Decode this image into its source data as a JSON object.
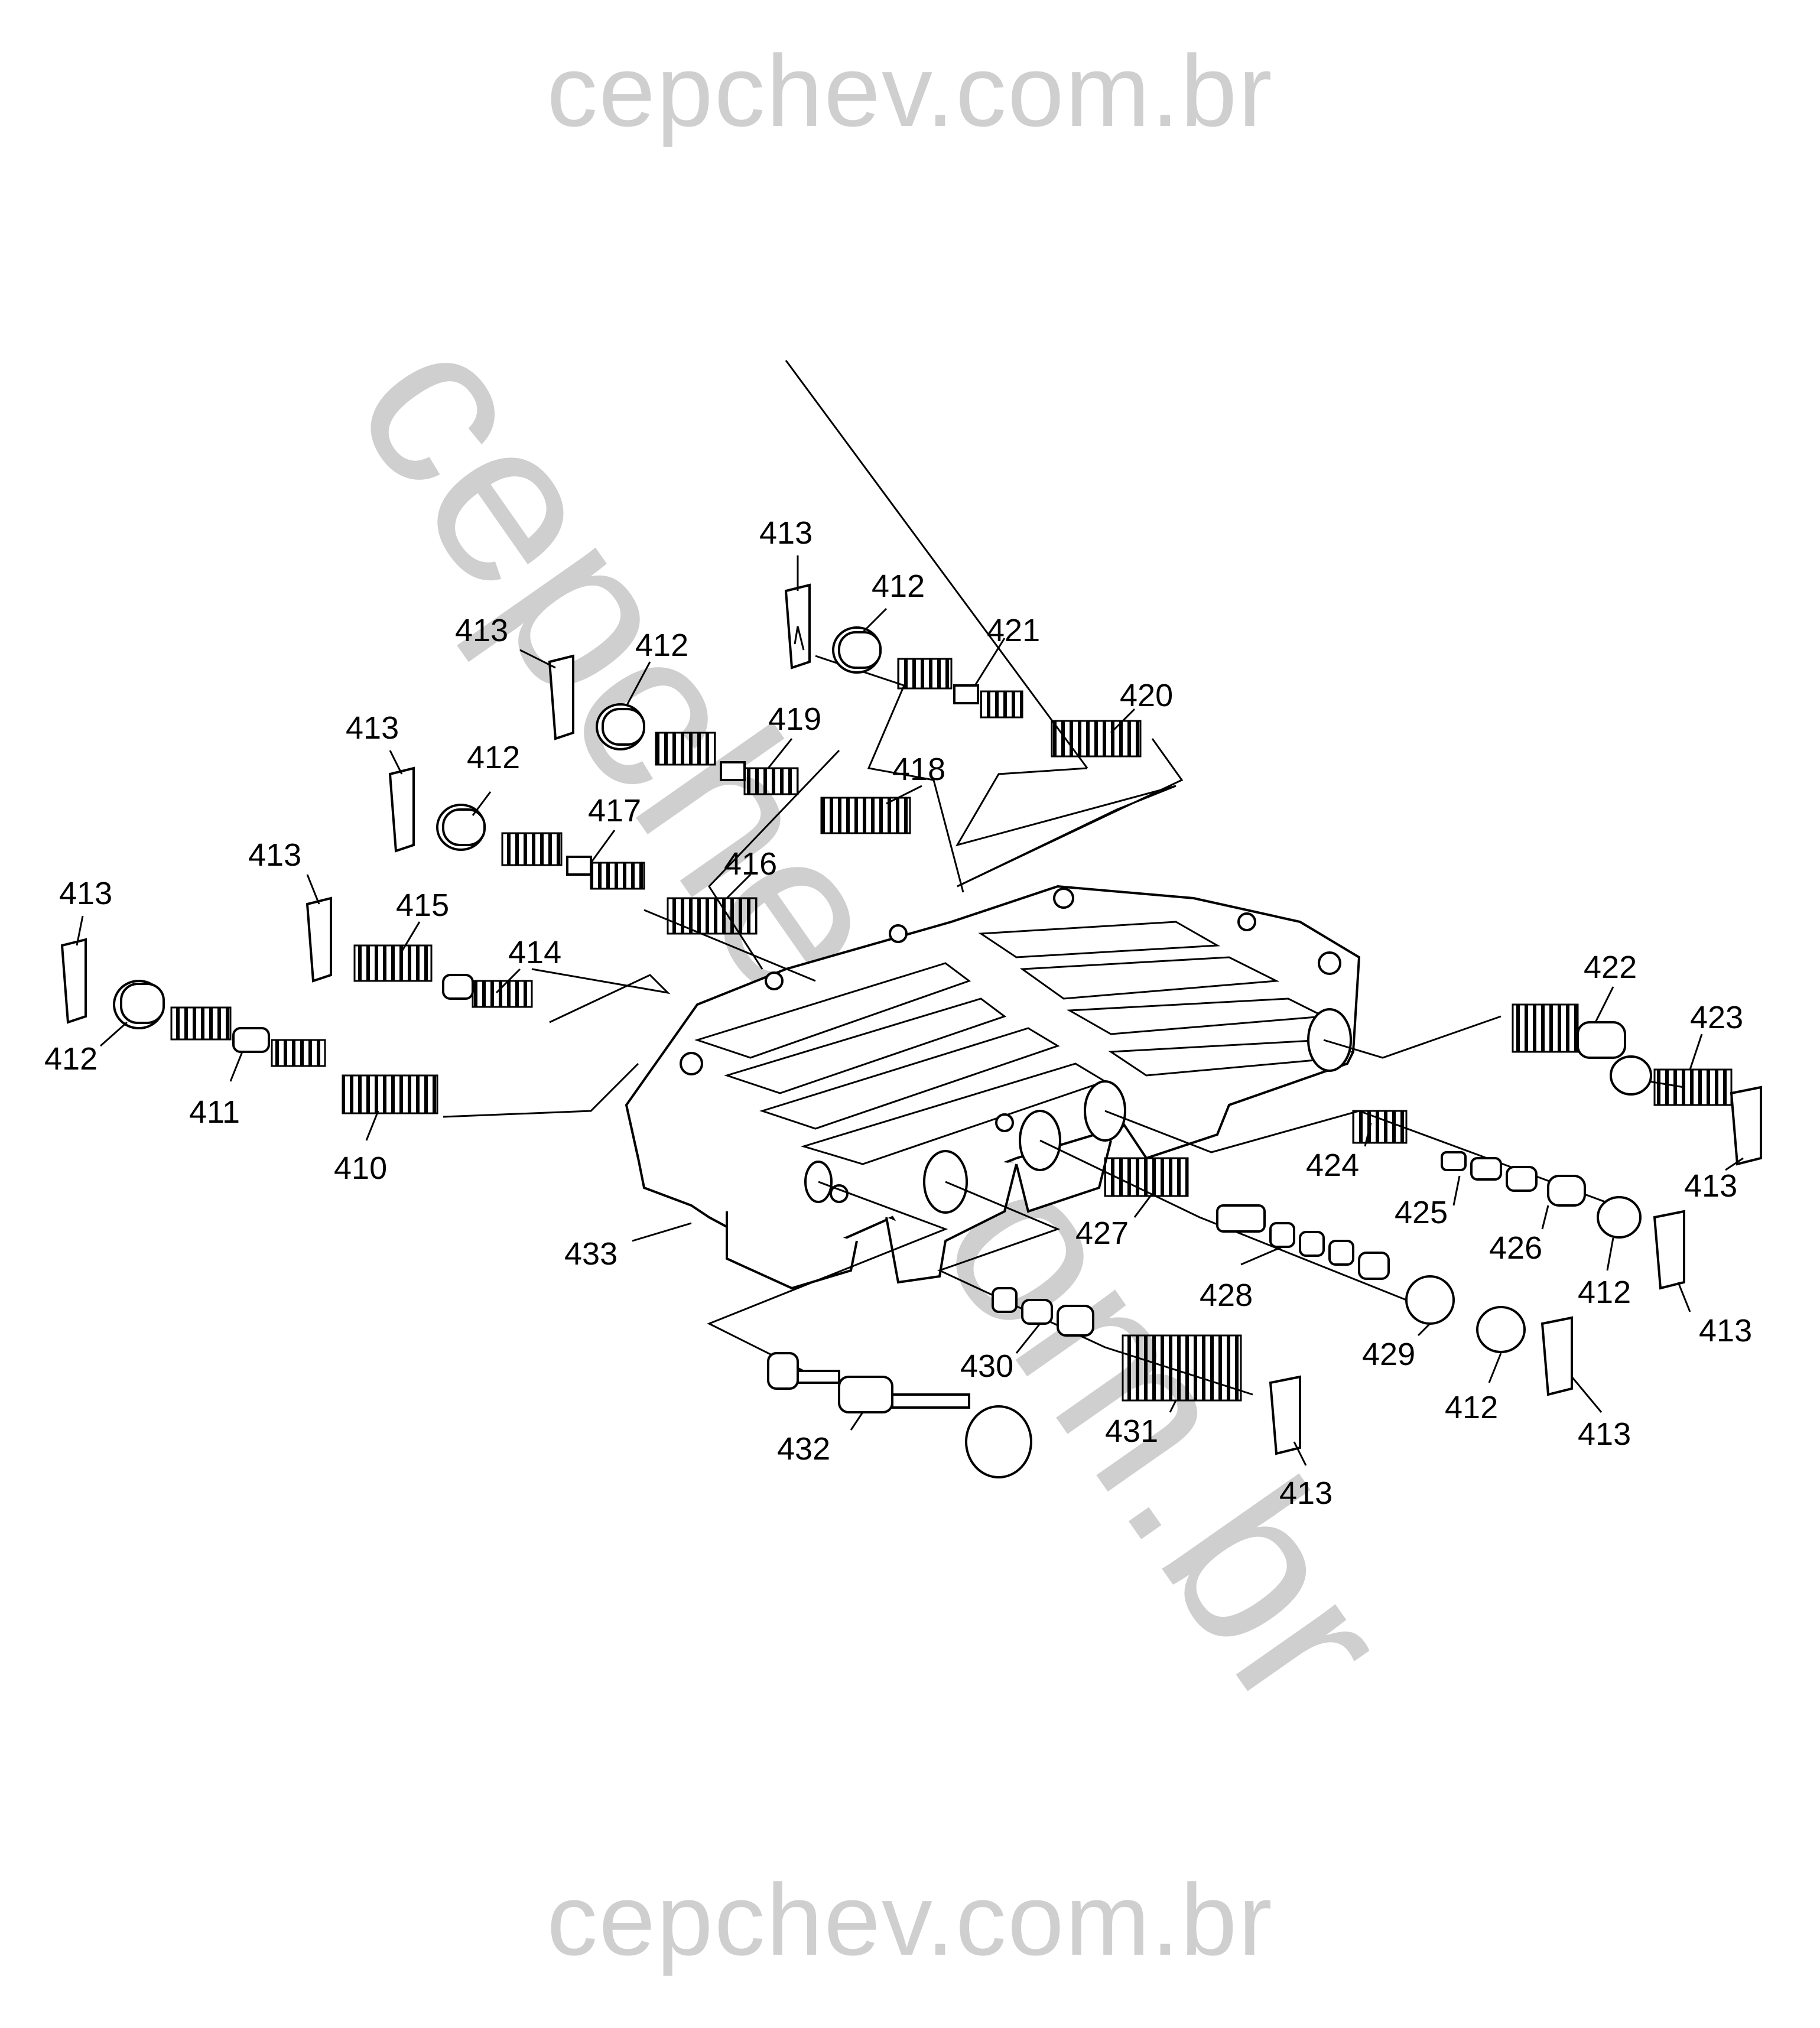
{
  "watermarks": {
    "top": "cepchev.com.br",
    "diagonal": "cepchev.com.br",
    "bottom": "cepchev.com.br"
  },
  "colors": {
    "watermark": "#cfcfcf",
    "line": "#000000",
    "background": "#ffffff"
  },
  "callouts": {
    "c410": "410",
    "c411": "411",
    "c412a": "412",
    "c412b": "412",
    "c412c": "412",
    "c412d": "412",
    "c412e": "412",
    "c412f": "412",
    "c413a": "413",
    "c413b": "413",
    "c413c": "413",
    "c413d": "413",
    "c413e": "413",
    "c413f": "413",
    "c413g": "413",
    "c413h": "413",
    "c413i": "413",
    "c414": "414",
    "c415": "415",
    "c416": "416",
    "c417": "417",
    "c418": "418",
    "c419": "419",
    "c420": "420",
    "c421": "421",
    "c422": "422",
    "c423": "423",
    "c424": "424",
    "c425": "425",
    "c426": "426",
    "c427": "427",
    "c428": "428",
    "c429": "429",
    "c430": "430",
    "c431": "431",
    "c432": "432",
    "c433": "433"
  }
}
